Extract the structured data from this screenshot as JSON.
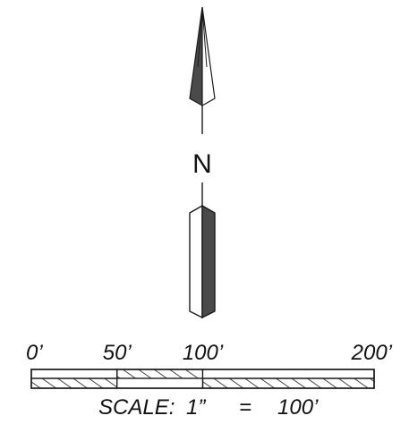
{
  "north_arrow": {
    "letter": "N",
    "colors": {
      "ink": "#1a1a1a",
      "fill_dark": "#4a4a4a",
      "paper": "#ffffff"
    }
  },
  "scale_bar": {
    "ticks": [
      {
        "value": 0,
        "label": "0’"
      },
      {
        "value": 50,
        "label": "50’"
      },
      {
        "value": 100,
        "label": "100’"
      },
      {
        "value": 200,
        "label": "200’"
      }
    ],
    "scale_text": {
      "prefix": "SCALE:",
      "inch": "1”",
      "equals": "=",
      "value": "100’"
    }
  }
}
